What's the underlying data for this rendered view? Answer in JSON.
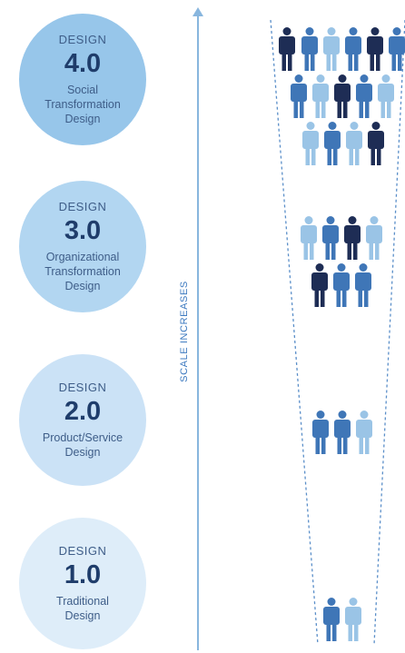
{
  "levels": [
    {
      "kicker": "DESIGN",
      "version": "4.0",
      "description": "Social\nTransformation\nDesign"
    },
    {
      "kicker": "DESIGN",
      "version": "3.0",
      "description": "Organizational\nTransformation\nDesign"
    },
    {
      "kicker": "DESIGN",
      "version": "2.0",
      "description": "Product/Service\nDesign"
    },
    {
      "kicker": "DESIGN",
      "version": "1.0",
      "description": "Traditional\nDesign"
    }
  ],
  "axis_label": "SCALE INCREASES",
  "colors": {
    "dark_navy": "#1e2d55",
    "medium_blue": "#3f76b7",
    "light_blue": "#9ac4e6",
    "circle_4": "#97c6ea",
    "circle_3": "#b2d6f1",
    "circle_2": "#cbe2f6",
    "circle_1": "#deedf9",
    "arrow": "#88b6de"
  },
  "people_groups": [
    {
      "level": "4.0",
      "count": 15
    },
    {
      "level": "3.0",
      "count": 7
    },
    {
      "level": "2.0",
      "count": 3
    },
    {
      "level": "1.0",
      "count": 2
    }
  ]
}
